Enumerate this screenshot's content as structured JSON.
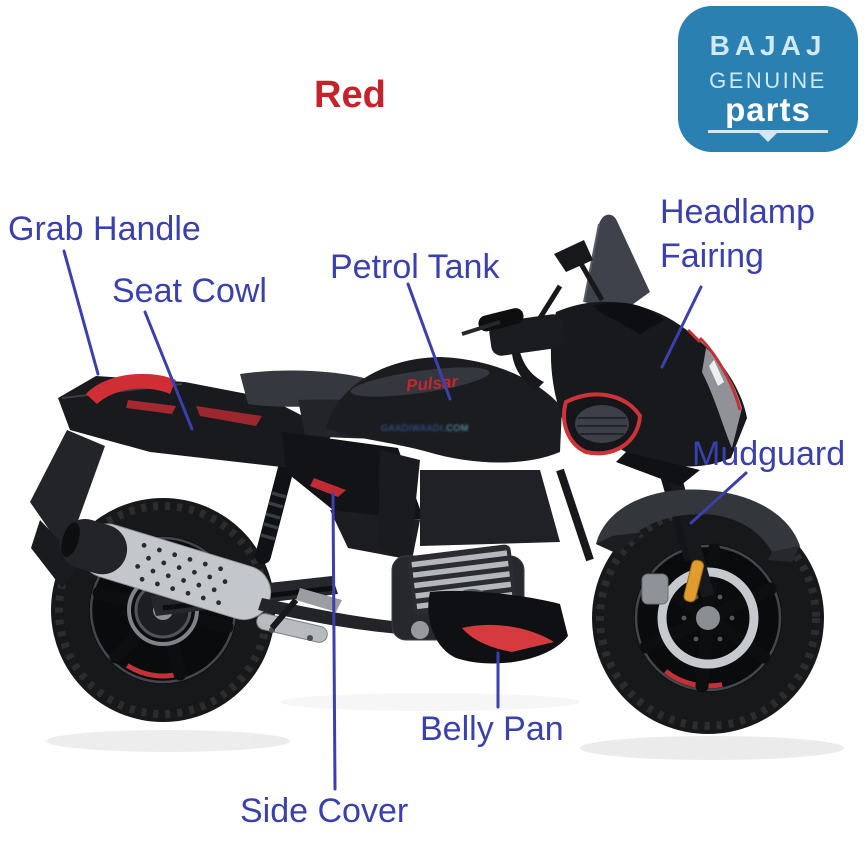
{
  "variant": {
    "label": "Red",
    "color": "#c5232b"
  },
  "logo": {
    "brand": "BAJAJ",
    "line2": "GENUINE",
    "line3": "parts",
    "bg_color": "#2b80b2",
    "text_color": "#cfe9f5"
  },
  "parts_labels": {
    "grab_handle": "Grab Handle",
    "seat_cowl": "Seat Cowl",
    "petrol_tank": "Petrol Tank",
    "headlamp_fairing": "Headlamp Fairing",
    "mudguard": "Mudguard",
    "belly_pan": "Belly Pan",
    "side_cover": "Side Cover"
  },
  "tank_decal": "Pulsar",
  "watermark": {
    "main": "GAADIWAADI",
    "suffix": ".COM"
  },
  "colors": {
    "label_blue": "#3a40ad",
    "leader_line_blue": "#3a40ad",
    "bike_accent_red": "#d03038",
    "body_black": "#17181c",
    "exhaust_silver": "#c3c6cb",
    "reflector_orange": "#e29b2e"
  }
}
